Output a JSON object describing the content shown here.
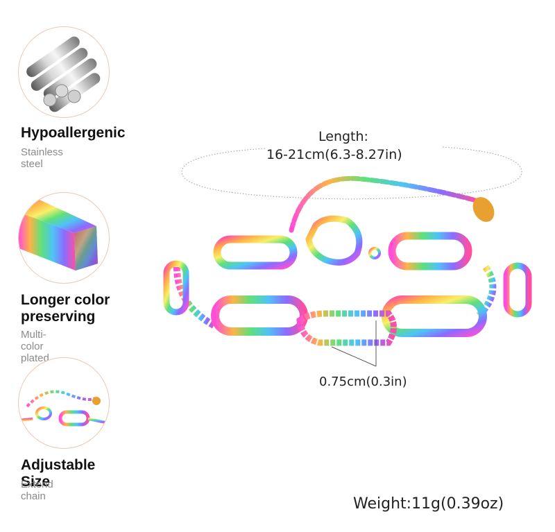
{
  "features": [
    {
      "title": "Hypoallergenic",
      "subtitle": "Stainless steel",
      "icon": "steel-rods-icon"
    },
    {
      "title": "Longer color preserving",
      "subtitle": "Multi-color plated",
      "icon": "rainbow-bar-icon"
    },
    {
      "title": "Adjustable Size",
      "subtitle": "Extend chain",
      "icon": "extension-chain-icon"
    }
  ],
  "product": {
    "length_label": "Length:",
    "length_value": "16-21cm(6.3-8.27in)",
    "width_value": "0.75cm(0.3in)",
    "weight": "Weight:11g(0.39oz)"
  },
  "colors": {
    "circle_border": "#e9c9b6",
    "subtitle": "#8a8a8a",
    "rainbow": [
      "#ff4fa3",
      "#ffb347",
      "#f7f06a",
      "#5ee07a",
      "#4fc3f7",
      "#8a6cff",
      "#ff4fd8"
    ]
  }
}
